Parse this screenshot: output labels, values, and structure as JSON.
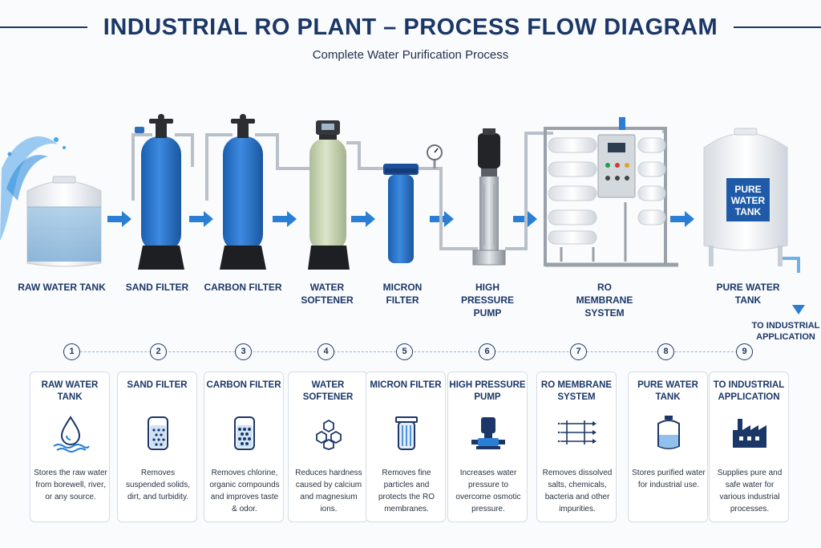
{
  "header": {
    "title": "INDUSTRIAL RO PLANT – PROCESS FLOW DIAGRAM",
    "subtitle": "Complete Water Purification Process"
  },
  "stages": [
    {
      "label": "RAW WATER TANK"
    },
    {
      "label": "SAND FILTER"
    },
    {
      "label": "CARBON FILTER"
    },
    {
      "label": "WATER SOFTENER"
    },
    {
      "label": "MICRON FILTER"
    },
    {
      "label": "HIGH PRESSURE PUMP"
    },
    {
      "label": "RO MEMBRANE SYSTEM"
    },
    {
      "label": "PURE WATER TANK"
    }
  ],
  "pure_tank_text": {
    "line1": "PURE",
    "line2": "WATER",
    "line3": "TANK"
  },
  "industrial_label": "TO INDUSTRIAL APPLICATION",
  "steps": [
    {
      "num": "1",
      "title": "RAW WATER TANK",
      "icon": "water-drop-icon",
      "desc": "Stores the raw water from borewell, river, or any source."
    },
    {
      "num": "2",
      "title": "SAND FILTER",
      "icon": "sand-filter-icon",
      "desc": "Removes suspended solids, dirt, and turbidity."
    },
    {
      "num": "3",
      "title": "CARBON FILTER",
      "icon": "carbon-filter-icon",
      "desc": "Removes chlorine, organic compounds and improves taste & odor."
    },
    {
      "num": "4",
      "title": "WATER SOFTENER",
      "icon": "hexagon-molecule-icon",
      "desc": "Reduces hardness caused by calcium and magnesium ions."
    },
    {
      "num": "5",
      "title": "MICRON FILTER",
      "icon": "cartridge-filter-icon",
      "desc": "Removes fine particles and protects the RO membranes."
    },
    {
      "num": "6",
      "title": "HIGH PRESSURE PUMP",
      "icon": "pump-icon",
      "desc": "Increases water pressure to overcome osmotic pressure."
    },
    {
      "num": "7",
      "title": "RO MEMBRANE SYSTEM",
      "icon": "membrane-icon",
      "desc": "Removes dissolved salts, chemicals, bacteria and other impurities."
    },
    {
      "num": "8",
      "title": "PURE WATER TANK",
      "icon": "storage-tank-icon",
      "desc": "Stores purified water for industrial use."
    },
    {
      "num": "9",
      "title": "TO INDUSTRIAL APPLICATION",
      "icon": "factory-icon",
      "desc": "Supplies pure and safe water for various industrial processes."
    }
  ],
  "colors": {
    "navy": "#1b3767",
    "accent_blue": "#2a7fd4",
    "filter_blue": "#1f6bc4",
    "softener_green": "#c7d4b0"
  }
}
